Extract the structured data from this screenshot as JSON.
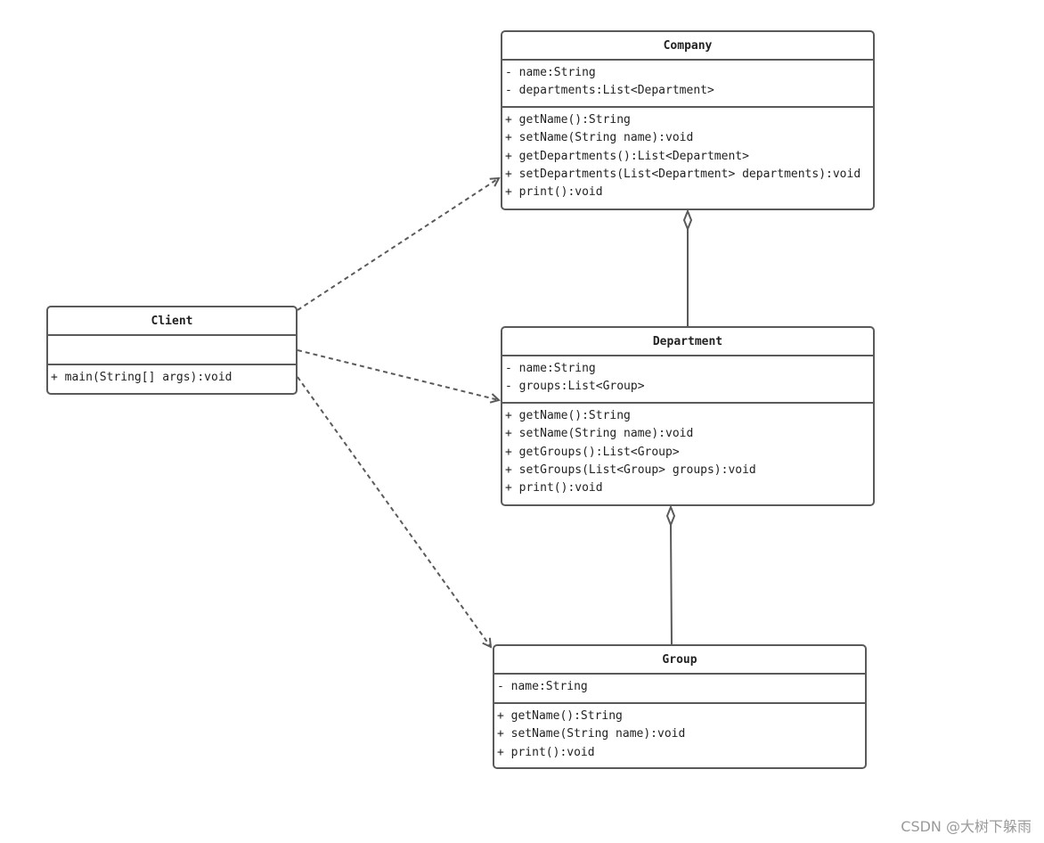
{
  "diagram": {
    "line_color": "#5a5a5a",
    "classes": {
      "company": {
        "name": "Company",
        "attributes": [
          "- name:String",
          "- departments:List<Department>"
        ],
        "methods": [
          "+ getName():String",
          "+ setName(String name):void",
          "+ getDepartments():List<Department>",
          "+ setDepartments(List<Department> departments):void",
          "+ print():void"
        ]
      },
      "department": {
        "name": "Department",
        "attributes": [
          "- name:String",
          "- groups:List<Group>"
        ],
        "methods": [
          "+ getName():String",
          "+ setName(String name):void",
          "+ getGroups():List<Group>",
          "+ setGroups(List<Group> groups):void",
          "+ print():void"
        ]
      },
      "group": {
        "name": "Group",
        "attributes": [
          "- name:String"
        ],
        "methods": [
          "+ getName():String",
          "+ setName(String name):void",
          "+ print():void"
        ]
      },
      "client": {
        "name": "Client",
        "attributes": [],
        "methods": [
          "+ main(String[] args):void"
        ]
      }
    },
    "relations": [
      {
        "type": "dependency",
        "from": "Client",
        "to": "Company"
      },
      {
        "type": "dependency",
        "from": "Client",
        "to": "Department"
      },
      {
        "type": "dependency",
        "from": "Client",
        "to": "Group"
      },
      {
        "type": "aggregation",
        "whole": "Company",
        "part": "Department"
      },
      {
        "type": "aggregation",
        "whole": "Department",
        "part": "Group"
      }
    ]
  },
  "watermark": "CSDN @大树下躲雨"
}
